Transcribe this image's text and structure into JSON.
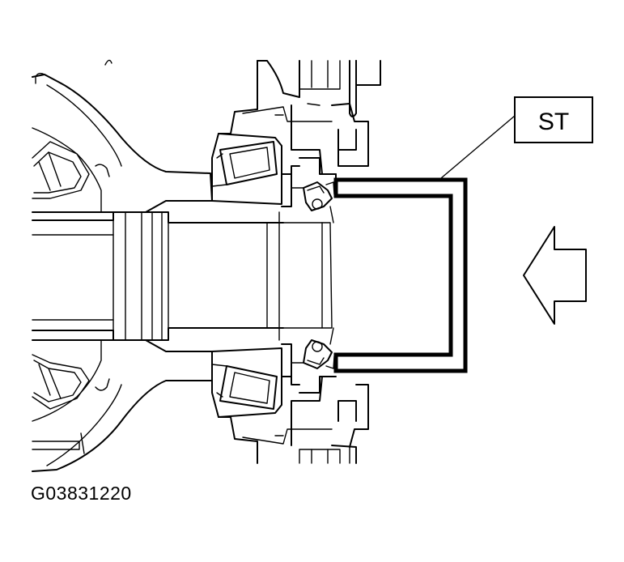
{
  "callout": {
    "label": "ST"
  },
  "figure_code": "G03831220",
  "arrow": {
    "direction": "left"
  }
}
